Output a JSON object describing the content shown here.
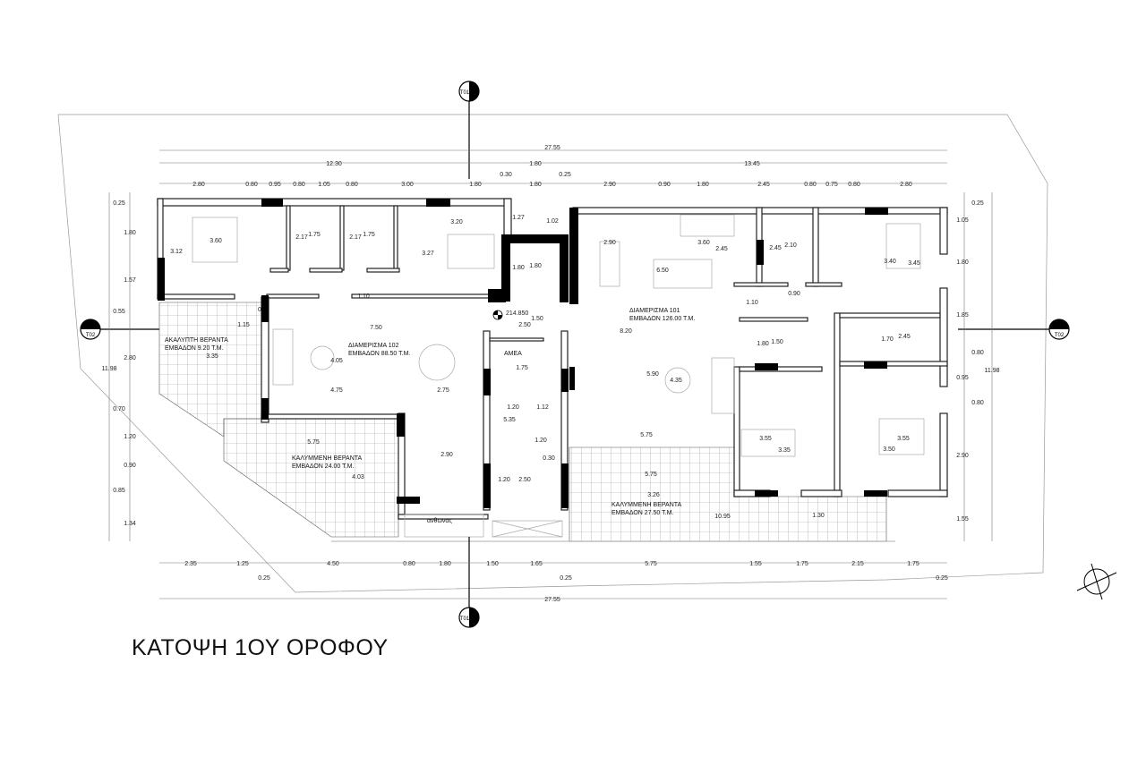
{
  "title": "ΚΑΤΟΨΗ 1ΟΥ ΟΡΟΦΟΥ",
  "section_markers": {
    "top": "T01",
    "bottom": "T01",
    "left": "T02",
    "right": "T02"
  },
  "rooms": {
    "open_veranda": {
      "name": "ΑΚΑΛΥΠΤΗ ΒΕΡΑΝΤΑ",
      "area": "ΕΜΒΑΔΟΝ 9.20 Τ.Μ."
    },
    "apartment_102": {
      "name": "ΔΙΑΜΕΡΙΣΜΑ 102",
      "area": "ΕΜΒΑΔΟΝ 88.50 Τ.Μ."
    },
    "accessible": {
      "name": "ΑΜΕΑ"
    },
    "covered_veranda_left": {
      "name": "ΚΑΛΥΜΜΕΝΗ ΒΕΡΑΝΤΑ",
      "area": "ΕΜΒΑΔΟΝ 24.00 Τ.Μ."
    },
    "planter": {
      "name": "ανθωνας"
    },
    "apartment_101": {
      "name": "ΔΙΑΜΕΡΙΣΜΑ 101",
      "area": "ΕΜΒΑΔΟΝ 126.00 Τ.Μ."
    },
    "covered_veranda_right": {
      "name": "ΚΑΛΥΜΜΕΝΗ ΒΕΡΑΝΤΑ",
      "area": "ΕΜΒΑΔΟΝ 27.50 Τ.Μ."
    }
  },
  "level_mark": "214.850",
  "dims": {
    "top_total": [
      "27.55"
    ],
    "top_row2": [
      "12.30",
      "1.80",
      "13.45"
    ],
    "top_row3": [
      "0.30",
      "0.25"
    ],
    "top_chain": [
      "2.80",
      "0.80",
      "0.95",
      "0.80",
      "1.05",
      "0.80",
      "3.00",
      "1.80",
      "1.80",
      "2.90",
      "0.90",
      "1.80",
      "2.45",
      "0.80",
      "0.75",
      "0.80",
      "2.80"
    ],
    "bottom_chain": [
      "2.35",
      "1.25",
      "4.50",
      "0.80",
      "1.80",
      "1.50",
      "1.65",
      "5.75",
      "1.55",
      "1.75",
      "2.15",
      "1.75"
    ],
    "bottom_row2": [
      "0.25",
      "0.25",
      "0.25"
    ],
    "bottom_total": [
      "27.55"
    ],
    "left_chain": [
      "0.25",
      "1.80",
      "1.57",
      "0.55",
      "2.80",
      "0.70",
      "1.20",
      "0.90",
      "0.85",
      "1.34"
    ],
    "left_total": [
      "11.98"
    ],
    "right_chain": [
      "0.25",
      "1.05",
      "1.80",
      "1.85",
      "0.80",
      "0.95",
      "0.80",
      "2.90",
      "1.55"
    ],
    "right_total": [
      "11.98"
    ],
    "interior": [
      "3.60",
      "3.12",
      "2.17",
      "1.75",
      "2.17",
      "1.75",
      "3.20",
      "3.27",
      "1.27",
      "1.02",
      "1.80",
      "1.80",
      "1.10",
      "0",
      "1.15",
      "7.50",
      "1.50",
      "2.50",
      "3.35",
      "4.05",
      "4.75",
      "2.75",
      "1.75",
      "5.75",
      "2.90",
      "4.03",
      "1.20",
      "1.12",
      "5.35",
      "1.20",
      "0.30",
      "1.20",
      "2.50",
      "2.90",
      "3.60",
      "2.45",
      "2.45",
      "2.10",
      "6.50",
      "0.90",
      "1.10",
      "3.40",
      "3.45",
      "8.20",
      "1.80",
      "1.50",
      "1.70",
      "2.45",
      "5.90",
      "4.35",
      "5.75",
      "3.55",
      "3.35",
      "3.55",
      "3.50",
      "5.75",
      "3.26",
      "10.95",
      "1.30"
    ]
  }
}
